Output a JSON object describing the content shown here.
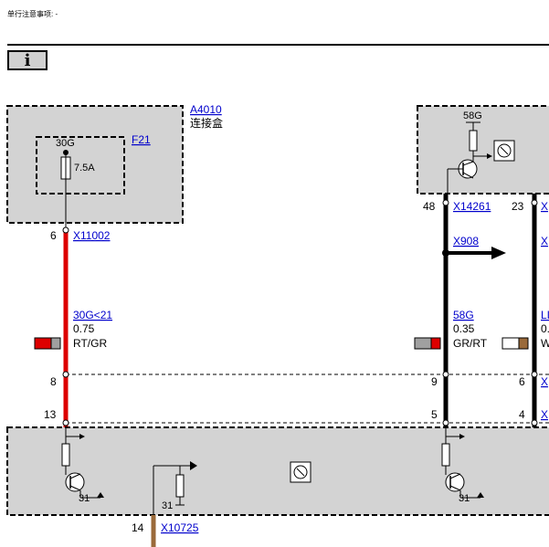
{
  "header": {
    "text": "单行注意事项: -"
  },
  "info_button": {
    "label": "i"
  },
  "module_a4010": {
    "id": "A4010",
    "name": "连接盒"
  },
  "fuse": {
    "link": "F21",
    "terminal": "30G",
    "rating": "7.5A"
  },
  "left_wire": {
    "pin_top": "6",
    "connector_top": "X11002",
    "signal": "30G<21",
    "gauge": "0.75",
    "color_code": "RT/GR",
    "pin_mid": "8",
    "pin_bottom": "13",
    "colors": {
      "main": "#dd0000",
      "stripe": "#a0a0a0"
    }
  },
  "right_module": {
    "terminal": "58G"
  },
  "mid_wire": {
    "pin_top": "48",
    "connector_top": "X14261",
    "branch_link": "X908",
    "signal": "58G",
    "gauge": "0.35",
    "color_code": "GR/RT",
    "pin_mid": "9",
    "pin_bottom": "5",
    "colors": {
      "main": "#000000",
      "swatch_a": "#a0a0a0",
      "swatch_b": "#dd0000"
    }
  },
  "far_wire": {
    "pin_top": "23",
    "connector_top": "X",
    "branch_link": "X",
    "signal": "LI",
    "gauge": "0.",
    "color_code": "W",
    "pin_mid": "6",
    "connector_mid": "X",
    "pin_bottom": "4",
    "connector_bottom": "X",
    "colors": {
      "swatch_a": "#ffffff",
      "swatch_b": "#9a6a3a"
    }
  },
  "bottom_module": {
    "ground_left": "31",
    "ground_mid": "31",
    "ground_right": "31",
    "pin_out": "14",
    "connector_out": "X10725",
    "out_wire_color": "#9a6a3a"
  },
  "colors": {
    "module_fill": "#d3d3d3",
    "dashed": "#000000"
  }
}
